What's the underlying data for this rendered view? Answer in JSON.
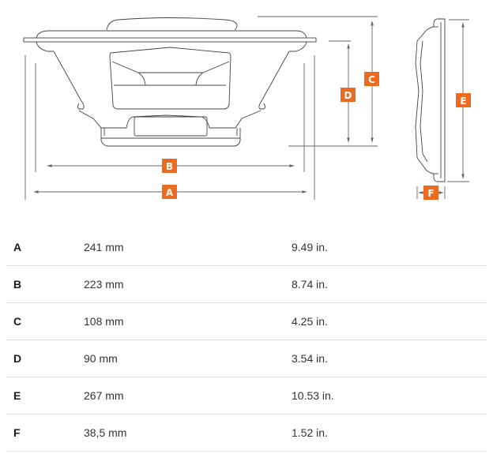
{
  "diagram": {
    "title": "Speaker dimension drawing",
    "accent_color": "#EE6A1F",
    "line_color": "#555555",
    "labels": {
      "A": "A",
      "B": "B",
      "C": "C",
      "D": "D",
      "E": "E",
      "F": "F"
    }
  },
  "specs": {
    "rows": [
      {
        "label": "A",
        "mm": "241 mm",
        "inch": "9.49 in."
      },
      {
        "label": "B",
        "mm": "223 mm",
        "inch": "8.74 in."
      },
      {
        "label": "C",
        "mm": "108 mm",
        "inch": "4.25 in."
      },
      {
        "label": "D",
        "mm": "90 mm",
        "inch": "3.54 in."
      },
      {
        "label": "E",
        "mm": "267 mm",
        "inch": "10.53 in."
      },
      {
        "label": "F",
        "mm": "38,5 mm",
        "inch": "1.52 in."
      }
    ]
  }
}
